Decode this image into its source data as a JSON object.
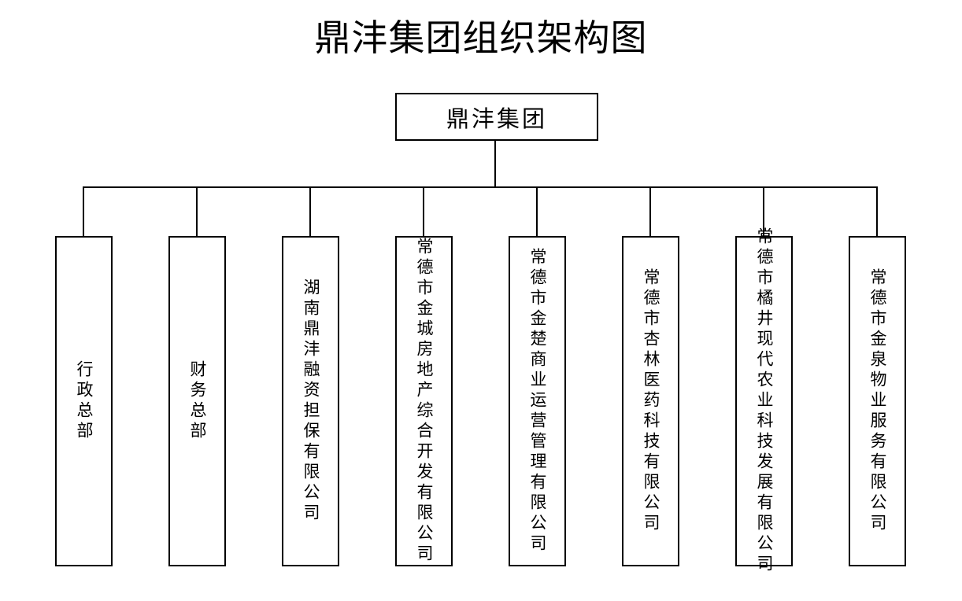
{
  "page": {
    "title": "鼎沣集团组织架构图",
    "background_color": "#ffffff",
    "line_color": "#000000",
    "text_color": "#000000"
  },
  "org": {
    "root": {
      "name": "鼎沣集团"
    },
    "children": [
      {
        "name": "行政总部"
      },
      {
        "name": "财务总部"
      },
      {
        "name": "湖南鼎沣融资担保有限公司"
      },
      {
        "name": "常德市金城房地产综合开发有限公司"
      },
      {
        "name": "常德市金楚商业运营管理有限公司"
      },
      {
        "name": "常德市杏林医药科技有限公司"
      },
      {
        "name": "常德市橘井现代农业科技发展有限公司"
      },
      {
        "name": "常德市金泉物业服务有限公司"
      }
    ]
  }
}
